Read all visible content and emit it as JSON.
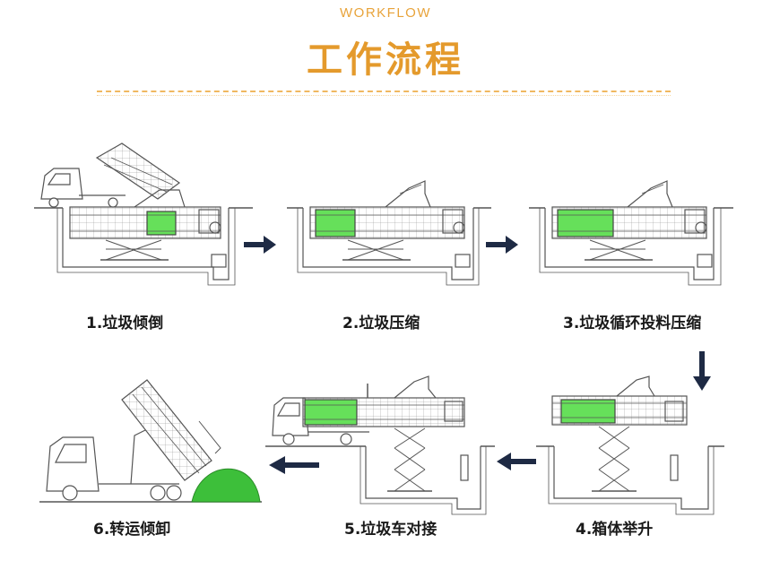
{
  "header": {
    "subtitle_en": "WORKFLOW",
    "title_cn": "工作流程"
  },
  "steps": [
    {
      "label": "1.垃圾倾倒"
    },
    {
      "label": "2.垃圾压缩"
    },
    {
      "label": "3.垃圾循环投料压缩"
    },
    {
      "label": "4.箱体举升"
    },
    {
      "label": "5.垃圾车对接"
    },
    {
      "label": "6.转运倾卸"
    }
  ],
  "colors": {
    "accent": "#E49A2C",
    "arrow": "#1E2A44",
    "compactor": "#66E05A",
    "line": "#555555",
    "pile": "#3DBF3A"
  }
}
